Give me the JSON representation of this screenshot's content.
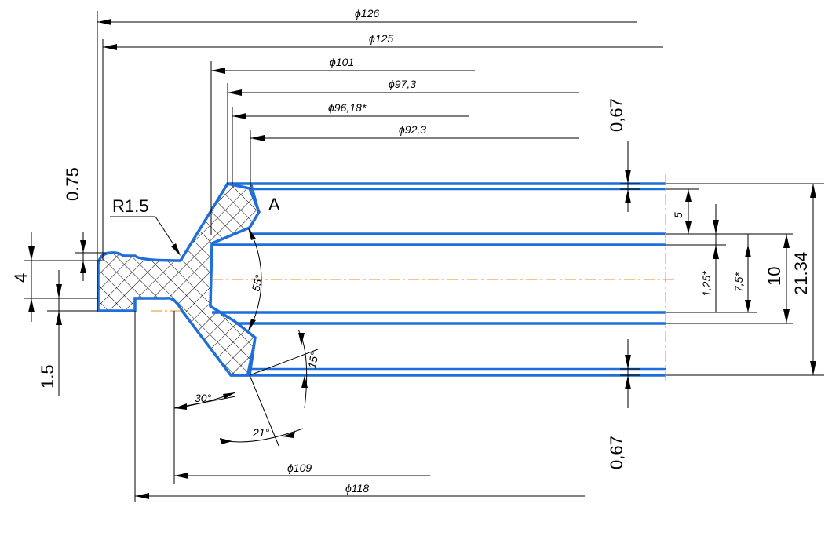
{
  "diameters": {
    "d126": "ϕ126",
    "d125": "ϕ125",
    "d101": "ϕ101",
    "d97_3": "ϕ97,3",
    "d96_18": "ϕ96,18*",
    "d92_3": "ϕ92,3",
    "d109": "ϕ109",
    "d118": "ϕ118"
  },
  "vertical_dims": {
    "top_067": "0,67",
    "bottom_067": "0,67",
    "d075": "0.75",
    "d4": "4",
    "d15": "1.5",
    "d5": "5",
    "d125": "1,25*",
    "d75": "7,5*",
    "d10": "10",
    "d2134": "21.34"
  },
  "labels": {
    "radius": "R1.5",
    "detail": "A"
  },
  "angles": {
    "a55": "55°",
    "a30": "30°",
    "a21": "21°",
    "a15": "15°"
  },
  "colors": {
    "outline": "#1e6fd9",
    "centerline": "#f0a040",
    "dimension": "#000000"
  }
}
